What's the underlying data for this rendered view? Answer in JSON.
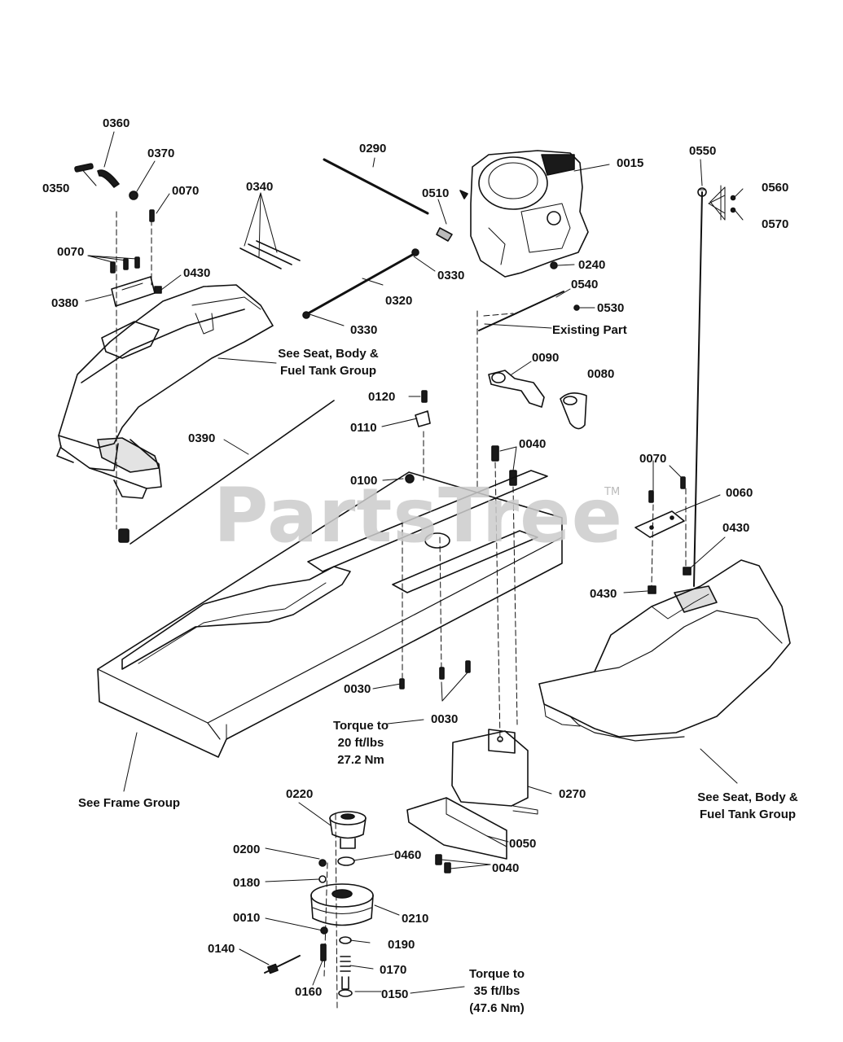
{
  "watermark": {
    "text": "PartsTree",
    "trademark": "TM"
  },
  "callouts": {
    "p0360": "0360",
    "p0370": "0370",
    "p0350": "0350",
    "p0070a": "0070",
    "p0070b": "0070",
    "p0380": "0380",
    "p0430a": "0430",
    "p0340": "0340",
    "p0290": "0290",
    "p0510": "0510",
    "p0015": "0015",
    "p0550": "0550",
    "p0560": "0560",
    "p0570": "0570",
    "p0330a": "0330",
    "p0320": "0320",
    "p0330b": "0330",
    "p0240": "0240",
    "p0540": "0540",
    "p0530": "0530",
    "p0090": "0090",
    "p0080": "0080",
    "p0120": "0120",
    "p0110": "0110",
    "p0390": "0390",
    "p0100": "0100",
    "p0040a": "0040",
    "p0070c": "0070",
    "p0060": "0060",
    "p0430b": "0430",
    "p0430c": "0430",
    "p0030a": "0030",
    "p0030b": "0030",
    "p0270": "0270",
    "p0220": "0220",
    "p0050": "0050",
    "p0200": "0200",
    "p0460": "0460",
    "p0040b": "0040",
    "p0180": "0180",
    "p0210": "0210",
    "p0010": "0010",
    "p0190": "0190",
    "p0140": "0140",
    "p0170": "0170",
    "p0160": "0160",
    "p0150": "0150"
  },
  "notes": {
    "existing_part": "Existing Part",
    "seat_body_fuel_top": [
      "See Seat, Body &",
      "Fuel Tank Group"
    ],
    "seat_body_fuel_bottom": [
      "See Seat, Body &",
      "Fuel Tank Group"
    ],
    "frame_group": "See Frame Group",
    "torque_20": [
      "Torque to",
      "20 ft/lbs",
      "27.2 Nm"
    ],
    "torque_35": [
      "Torque to",
      "35 ft/lbs",
      "(47.6 Nm)"
    ]
  },
  "colors": {
    "line": "#111111",
    "fill_dark": "#1a1a1a",
    "watermark": "#cccccc"
  }
}
